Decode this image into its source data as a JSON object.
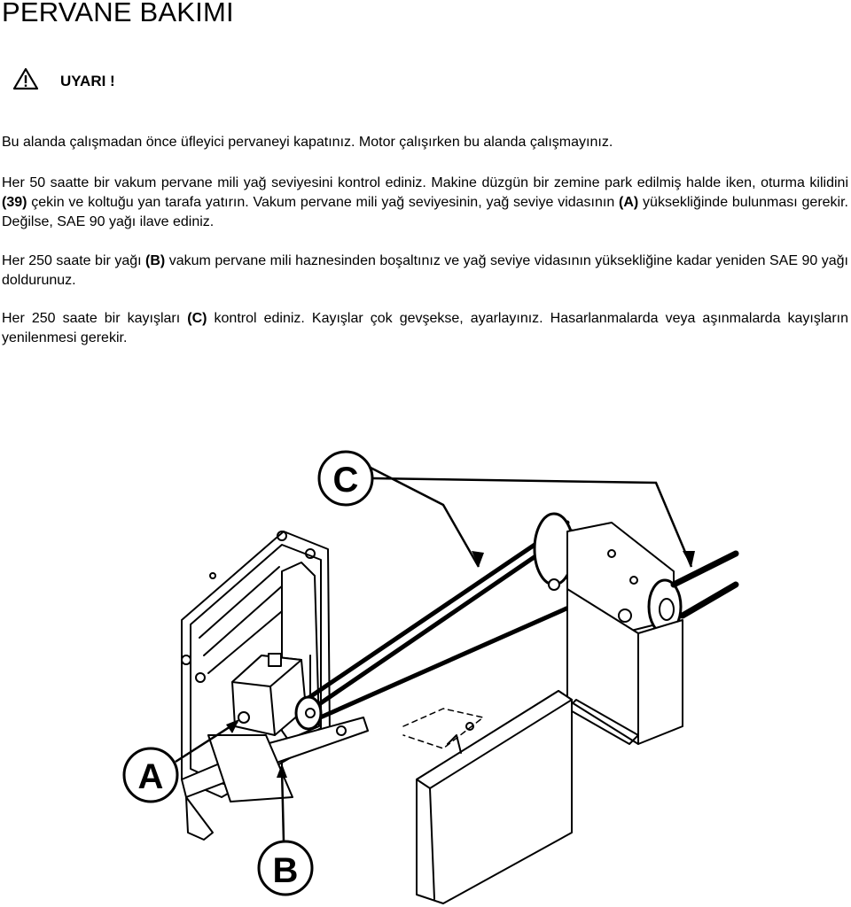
{
  "page": {
    "title": "PERVANE BAKIMI",
    "warning_label": "UYARI !"
  },
  "paragraphs": {
    "p1": "Bu alanda çalışmadan önce üfleyici pervaneyi kapatınız. Motor çalışırken bu alanda çalışmayınız.",
    "p2_a": "Her 50 saatte bir vakum pervane mili yağ seviyesini kontrol ediniz. Makine düzgün bir zemine park edilmiş halde iken, oturma kilidini ",
    "p2_b": "(39)",
    "p2_c": " çekin ve koltuğu yan tarafa yatırın. Vakum pervane mili yağ seviyesinin, yağ seviye vidasının ",
    "p2_d": "(A)",
    "p2_e": " yüksekliğinde bulunması gerekir. Değilse, SAE 90 yağı ilave ediniz.",
    "p3_a": "Her 250 saate bir yağı ",
    "p3_b": "(B)",
    "p3_c": " vakum pervane mili haznesinden boşaltınız ve yağ seviye vidasının yüksekliğine kadar yeniden SAE 90 yağı doldurunuz.",
    "p4_a": "Her 250 saate bir kayışları ",
    "p4_b": "(C)",
    "p4_c": " kontrol ediniz. Kayışlar çok gevşekse, ayarlayınız. Hasarlanmalarda veya aşınmalarda kayışların yenilenmesi gerekir."
  },
  "figure": {
    "callout_a": "A",
    "callout_b": "B",
    "callout_c": "C"
  },
  "icons": {
    "warning": "warning-triangle-icon"
  }
}
